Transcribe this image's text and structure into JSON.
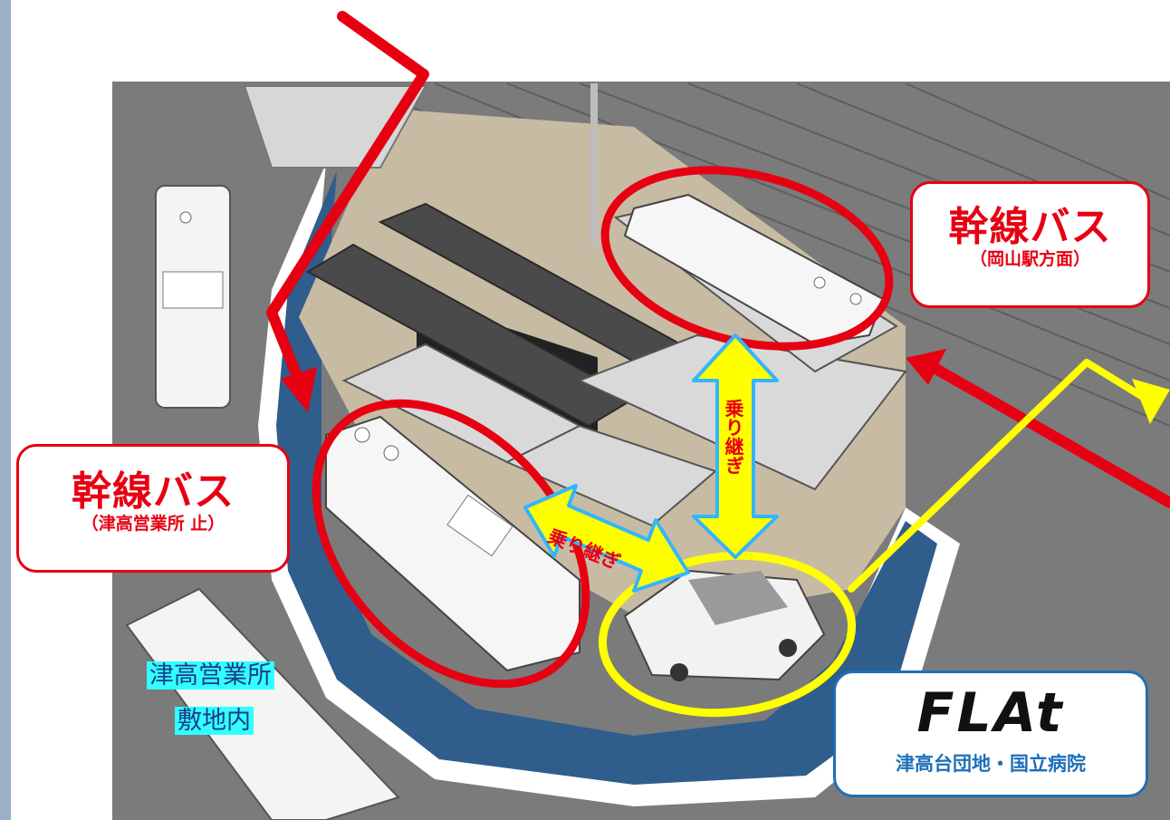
{
  "callouts": {
    "trunk_left": {
      "main": "幹線バス",
      "sub": "（津高営業所  止）"
    },
    "trunk_right": {
      "main": "幹線バス",
      "sub": "（岡山駅方面）"
    },
    "flat": {
      "logo": "FLAt",
      "sub": "津高台団地・国立病院"
    }
  },
  "labels": {
    "depot_line1": "津高営業所",
    "depot_line2": "敷地内",
    "transfer_vertical": "乗り継ぎ",
    "transfer_horizontal": "乗り継ぎ"
  },
  "colors": {
    "route_red": "#e60012",
    "route_yellow": "#ffff00",
    "transfer_arrow_fill": "#ffff00",
    "transfer_arrow_outline": "#33b5ff",
    "bay_blue": "#2f5d8c",
    "ground_gray": "#7a7a7a",
    "label_cyan": "#33ffff",
    "flat_blue": "#1f6fb8"
  }
}
